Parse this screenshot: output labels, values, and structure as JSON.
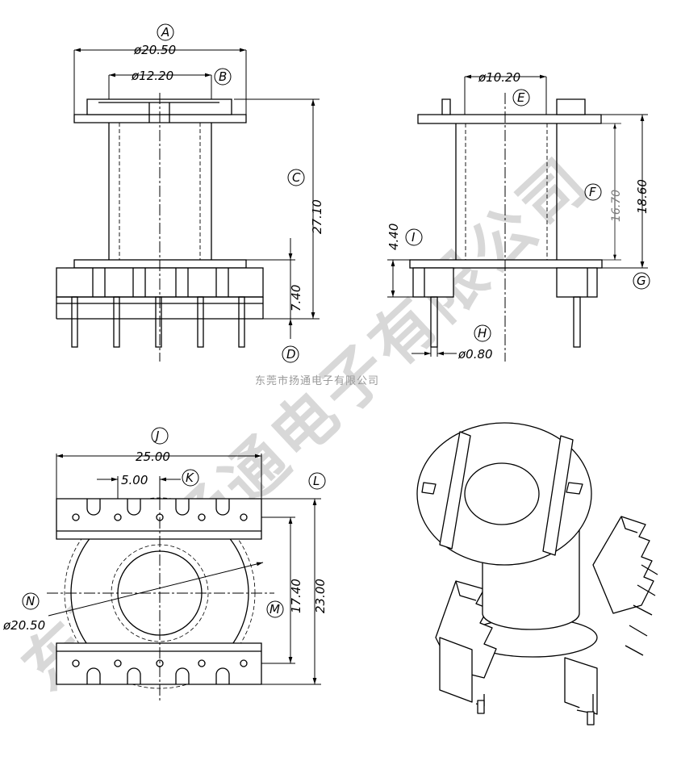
{
  "watermark": {
    "big": "东莞市扬通电子有限公司",
    "small": "东莞市扬通电子有限公司"
  },
  "labels": {
    "A": "A",
    "B": "B",
    "C": "C",
    "D": "D",
    "E": "E",
    "F": "F",
    "G": "G",
    "H": "H",
    "I": "I",
    "J": "J",
    "K": "K",
    "L": "L",
    "M": "M",
    "N": "N"
  },
  "dims": {
    "front_width": "ø20.50",
    "front_inner": "ø12.20",
    "front_height": "27.10",
    "front_base": "7.40",
    "side_inner": "ø10.20",
    "side_f": "16.70",
    "side_height": "18.60",
    "side_base": "4.40",
    "side_pin": "ø0.80",
    "top_width": "25.00",
    "top_pitch": "5.00",
    "top_depth": "23.00",
    "top_inner": "17.40",
    "top_flange": "ø20.50"
  },
  "colors": {
    "line": "#000000",
    "watermark": "#d8d8d8",
    "hidden": "#000000"
  }
}
